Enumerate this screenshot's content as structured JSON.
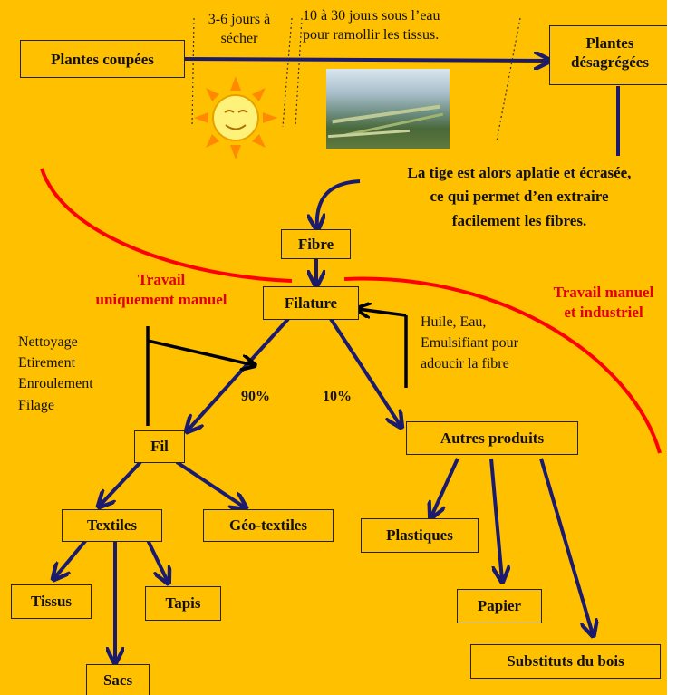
{
  "nodes": {
    "plantes_coupees": "Plantes coupées",
    "plantes_desagregees_l1": "Plantes",
    "plantes_desagregees_l2": "désagrégées",
    "fibre": "Fibre",
    "filature": "Filature",
    "fil": "Fil",
    "autres_produits": "Autres produits",
    "textiles": "Textiles",
    "geo_textiles": "Géo-textiles",
    "plastiques": "Plastiques",
    "papier": "Papier",
    "substituts_bois": "Substituts du bois",
    "tissus": "Tissus",
    "tapis": "Tapis",
    "sacs": "Sacs"
  },
  "annotations": {
    "secher_l1": "3-6 jours à",
    "secher_l2": "sécher",
    "eau_l1": "10 à 30 jours sous l’eau",
    "eau_l2": "pour ramollir les tissus.",
    "tige_l1": "La tige est alors aplatie et  écrasée,",
    "tige_l2": "ce qui permet d’en extraire",
    "tige_l3": "facilement les fibres.",
    "manuel_l1": "Travail",
    "manuel_l2": "uniquement manuel",
    "industriel_l1": "Travail manuel",
    "industriel_l2": "et industriel",
    "steps_l1": "Nettoyage",
    "steps_l2": "Etirement",
    "steps_l3": "Enroulement",
    "steps_l4": "Filage",
    "huile_l1": "Huile, Eau,",
    "huile_l2": "Emulsifiant pour",
    "huile_l3": "adoucir la fibre",
    "pct_fil": "90%",
    "pct_autres": "10%"
  },
  "colors": {
    "background": "#ffc000",
    "arrow": "#1a1a6e",
    "red_curve": "#ff0000",
    "red_text": "#e00000"
  }
}
